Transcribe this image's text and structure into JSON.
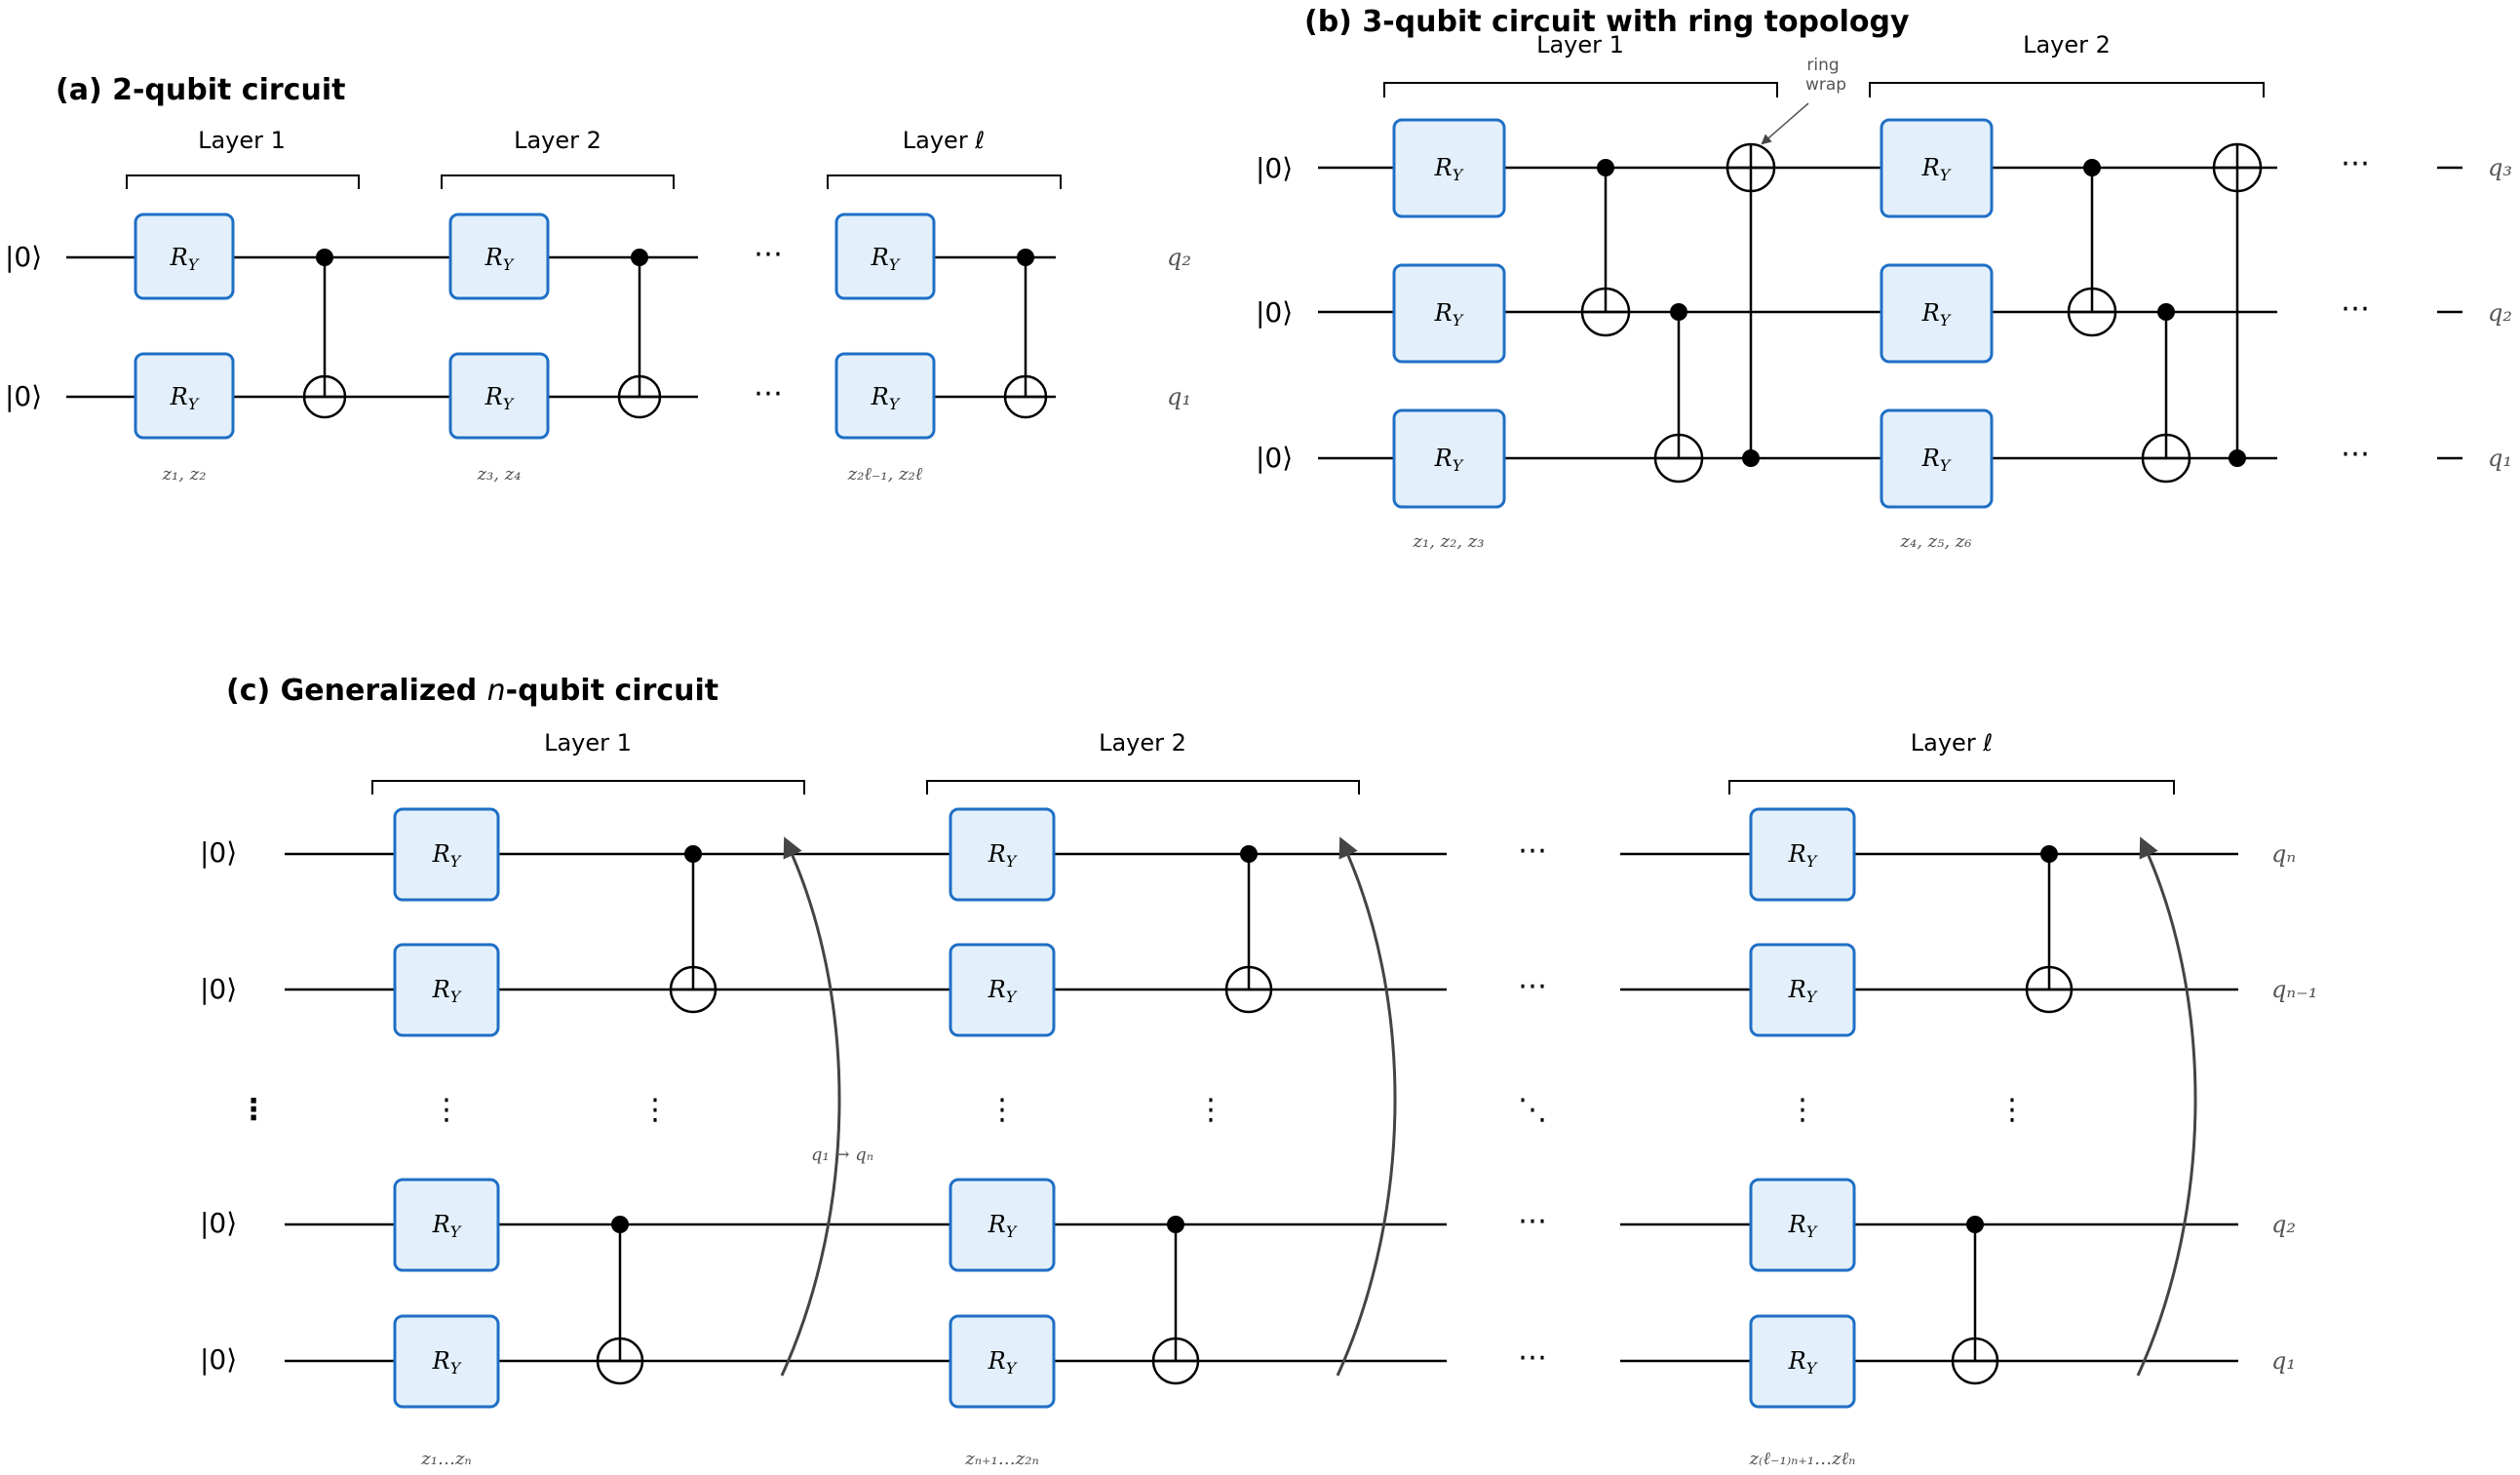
{
  "panels": {
    "a": {
      "title": "(a) 2-qubit circuit",
      "layers": [
        "Layer 1",
        "Layer 2",
        "Layer ℓ"
      ],
      "kets": [
        "|0⟩",
        "|0⟩"
      ],
      "qubit_labels": [
        "q₂",
        "q₁"
      ],
      "gate": "R_Y",
      "params": [
        "z₁, z₂",
        "z₃, z₄",
        "z₂ℓ₋₁, z₂ℓ"
      ],
      "ellipsis": "⋯"
    },
    "b": {
      "title": "(b) 3-qubit circuit with ring topology",
      "layers": [
        "Layer 1",
        "Layer 2"
      ],
      "kets": [
        "|0⟩",
        "|0⟩",
        "|0⟩"
      ],
      "qubit_labels": [
        "q₃",
        "q₂",
        "q₁"
      ],
      "gate": "R_Y",
      "params": [
        "z₁, z₂, z₃",
        "z₄, z₅, z₆"
      ],
      "ring_note": [
        "ring",
        "wrap"
      ],
      "ellipsis": "⋯",
      "dash": "–"
    },
    "c": {
      "title": "(c) Generalized n-qubit circuit",
      "layers": [
        "Layer 1",
        "Layer 2",
        "Layer ℓ"
      ],
      "kets": [
        "|0⟩",
        "|0⟩",
        "|0⟩",
        "|0⟩"
      ],
      "qubit_labels": [
        "qₙ",
        "qₙ₋₁",
        "q₂",
        "q₁"
      ],
      "gate": "R_Y",
      "params": [
        "z₁…zₙ",
        "zₙ₊₁…z₂ₙ",
        "z₍ℓ₋₁₎ₙ₊₁…zℓₙ"
      ],
      "wrap_note": "q₁ → qₙ",
      "vdots": "⋮",
      "ddots": "⋱",
      "ellipsis": "⋯"
    }
  },
  "colors": {
    "gate_fill": "#e3f0fb",
    "gate_stroke": "#1f6fc5",
    "wire": "#000000",
    "annotation": "#555555"
  }
}
